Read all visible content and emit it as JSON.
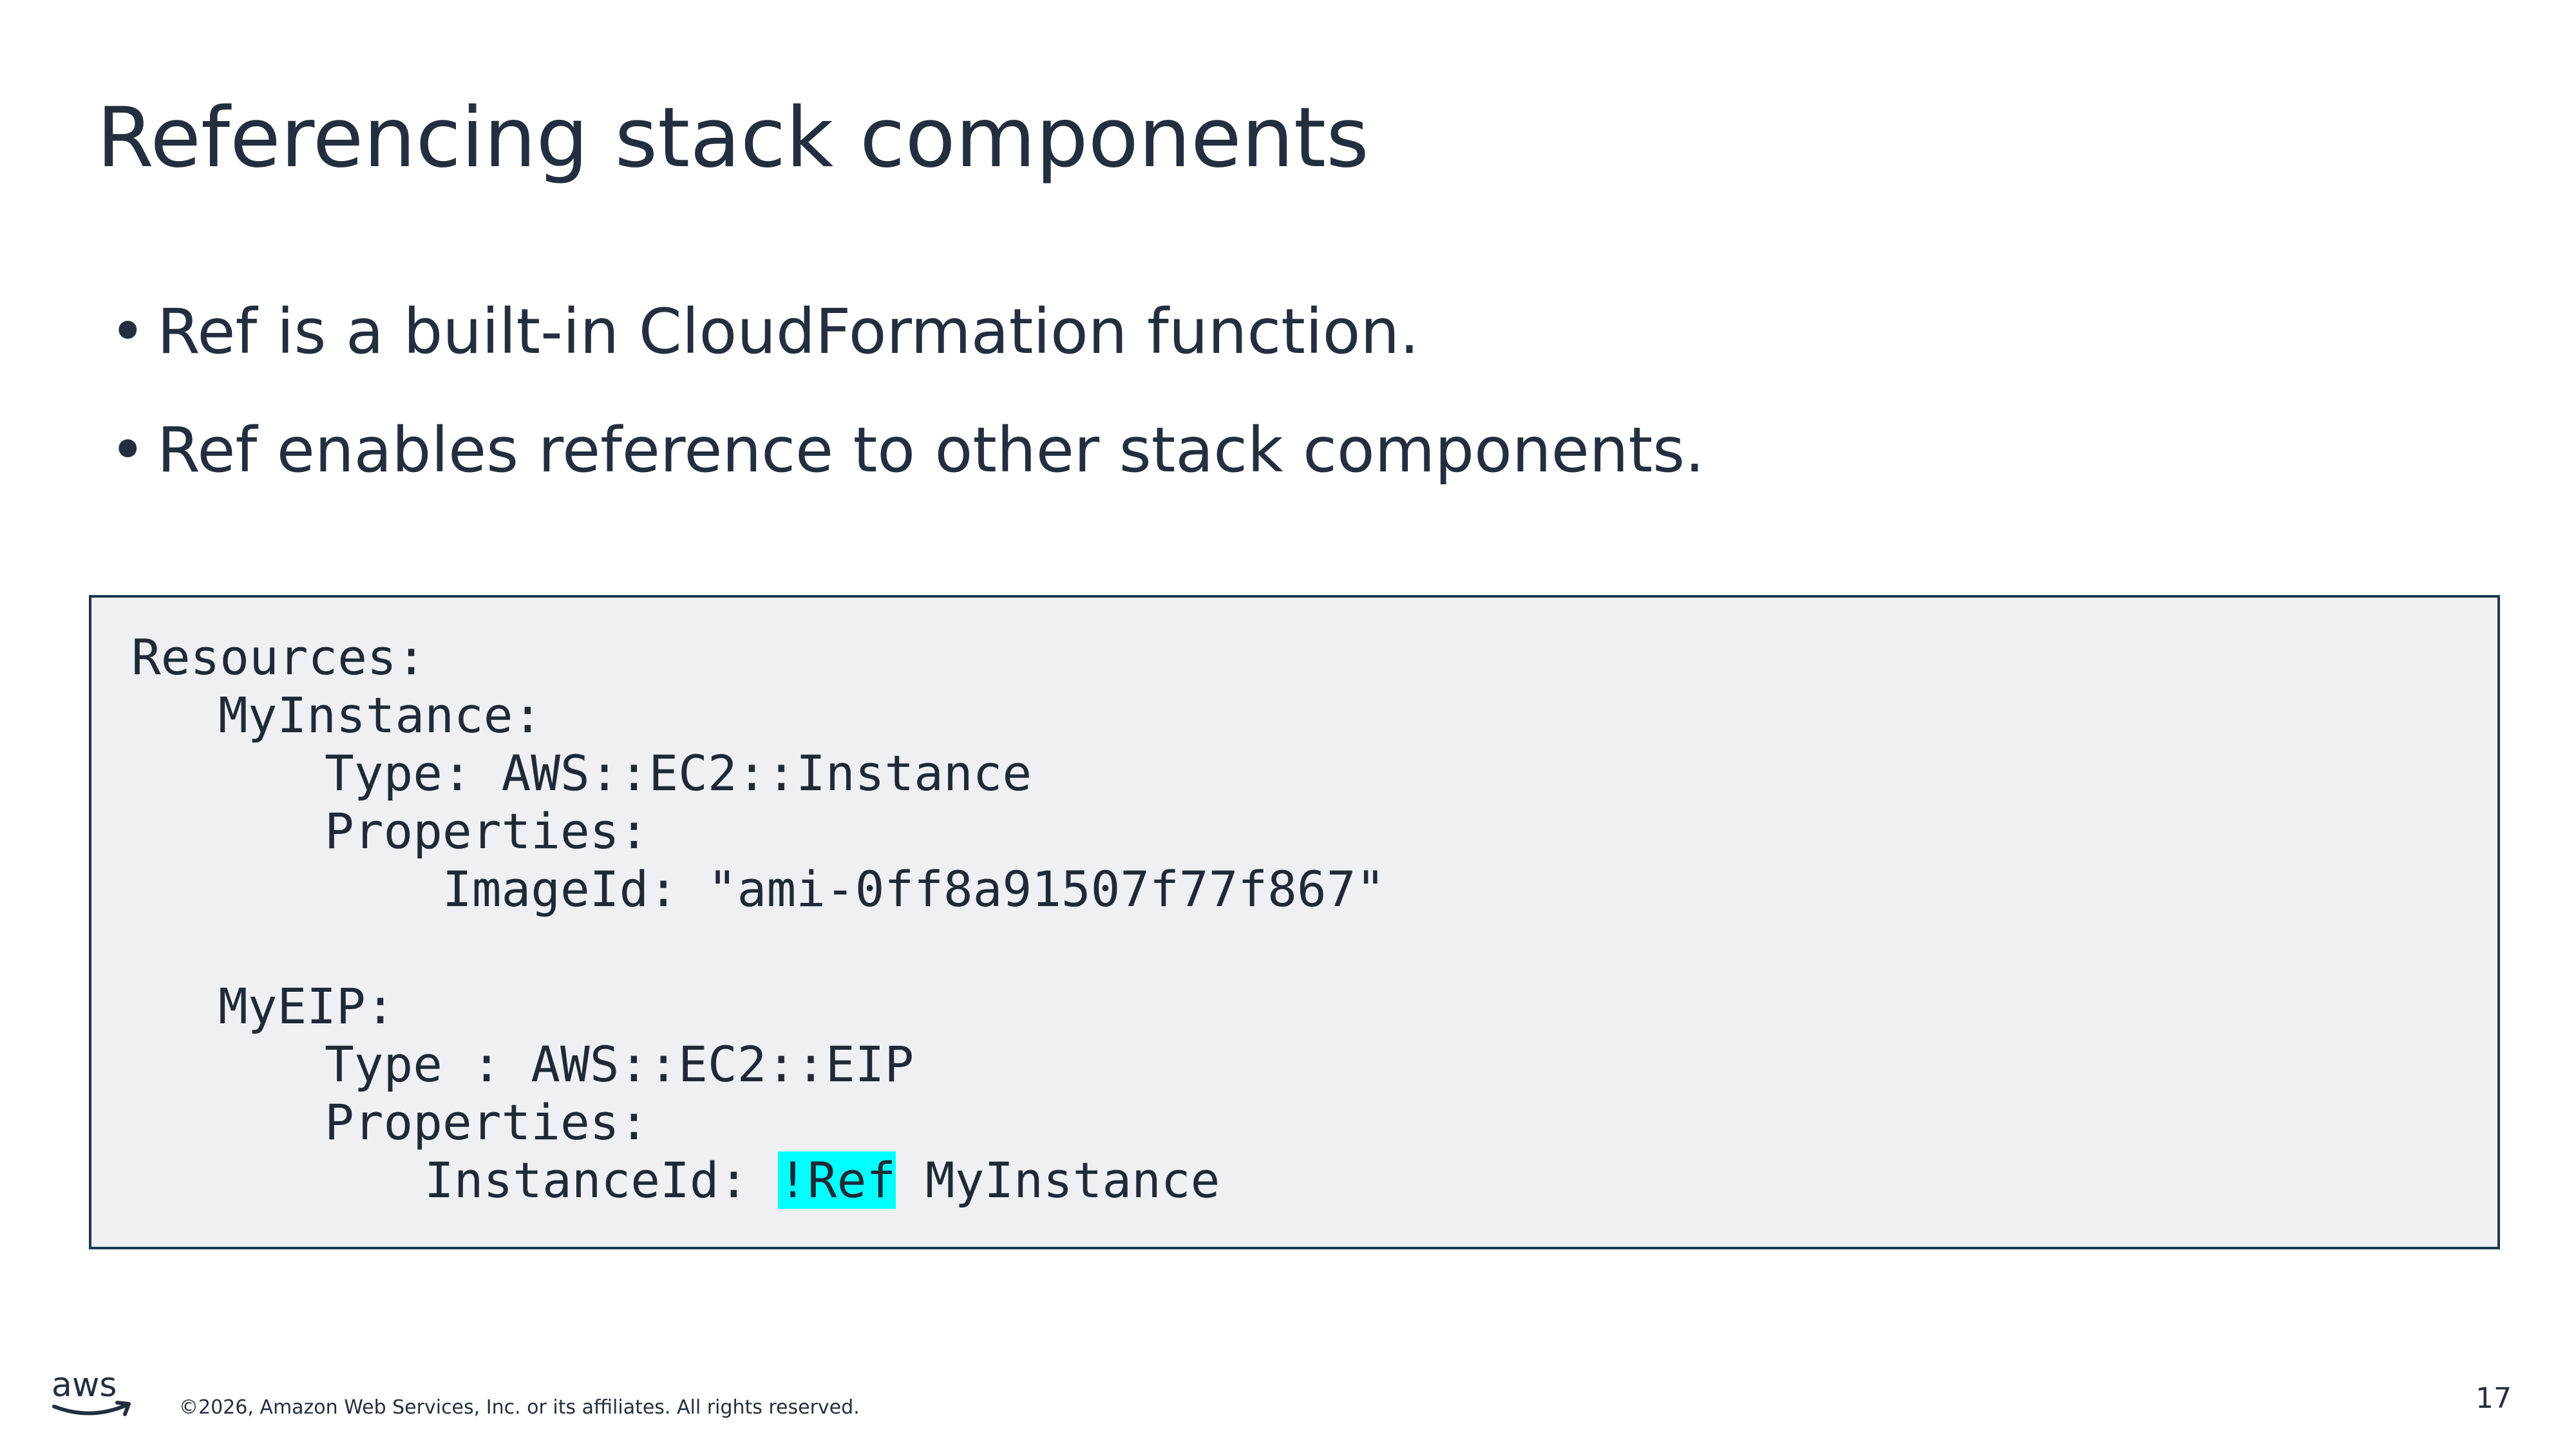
{
  "slide": {
    "title": "Referencing stack components",
    "bullets": [
      "Ref is a built-in CloudFormation function.",
      "Ref enables reference to other stack components."
    ]
  },
  "code": {
    "lines": [
      {
        "text": "Resources:"
      },
      {
        "text": "MyInstance:"
      },
      {
        "text": "Type: AWS::EC2::Instance"
      },
      {
        "text": "Properties:"
      },
      {
        "text": "ImageId: \"ami-0ff8a91507f77f867\""
      },
      {
        "text": "MyEIP:"
      },
      {
        "text": "Type : AWS::EC2::EIP"
      },
      {
        "text": "Properties:"
      },
      {
        "prefix": "InstanceId: ",
        "highlight": "!Ref",
        "suffix": " MyInstance"
      }
    ],
    "highlight_color": "#00ffff"
  },
  "footer": {
    "logo_text": "aws",
    "copyright": "©2026, Amazon Web Services, Inc. or its affiliates. All rights reserved.",
    "page_number": "17"
  }
}
